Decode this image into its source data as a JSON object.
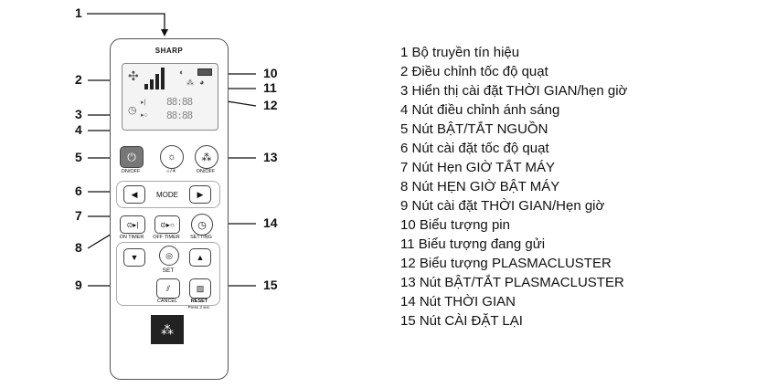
{
  "brand": "SHARP",
  "lcd": {
    "row1": "88:88",
    "row2": "88:88"
  },
  "buttons": {
    "power_label": "ON/OFF",
    "light_label": "☼/☀",
    "plasma_label": "ON/OFF",
    "mode_label": "MODE",
    "on_timer_label": "ON TIMER",
    "off_timer_label": "OFF TIMER",
    "setting_label": "SETTING",
    "set_label": "SET",
    "cancel_label": "CANCEL",
    "reset_label": "RESET",
    "reset_sub": "Press 3 sec."
  },
  "callouts": [
    "1",
    "2",
    "3",
    "4",
    "5",
    "6",
    "7",
    "8",
    "9",
    "10",
    "11",
    "12",
    "13",
    "14",
    "15"
  ],
  "legend": [
    "1 Bộ truyền tín hiệu",
    "2 Điều chỉnh tốc độ quạt",
    "3 Hiển thị cài đặt THỜI GIAN/hẹn giờ",
    "4 Nút điều chỉnh ánh sáng",
    "5 Nút BẬT/TẮT NGUỒN",
    "6 Nút cài đặt tốc độ quạt",
    "7 Nút Hẹn GIỜ TẮT MÁY",
    "8 Nút HẸN GIỜ BẬT MÁY",
    "9 Nút cài đặt THỜI GIAN/Hẹn giờ",
    "10 Biểu tượng pin",
    "11 Biểu tượng đang gửi",
    "12 Biểu tượng PLASMACLUSTER",
    "13 Nút BẬT/TẮT PLASMACLUSTER",
    "14 Nút THỜI GIAN",
    "15 Nút CÀI ĐẶT LẠI"
  ]
}
